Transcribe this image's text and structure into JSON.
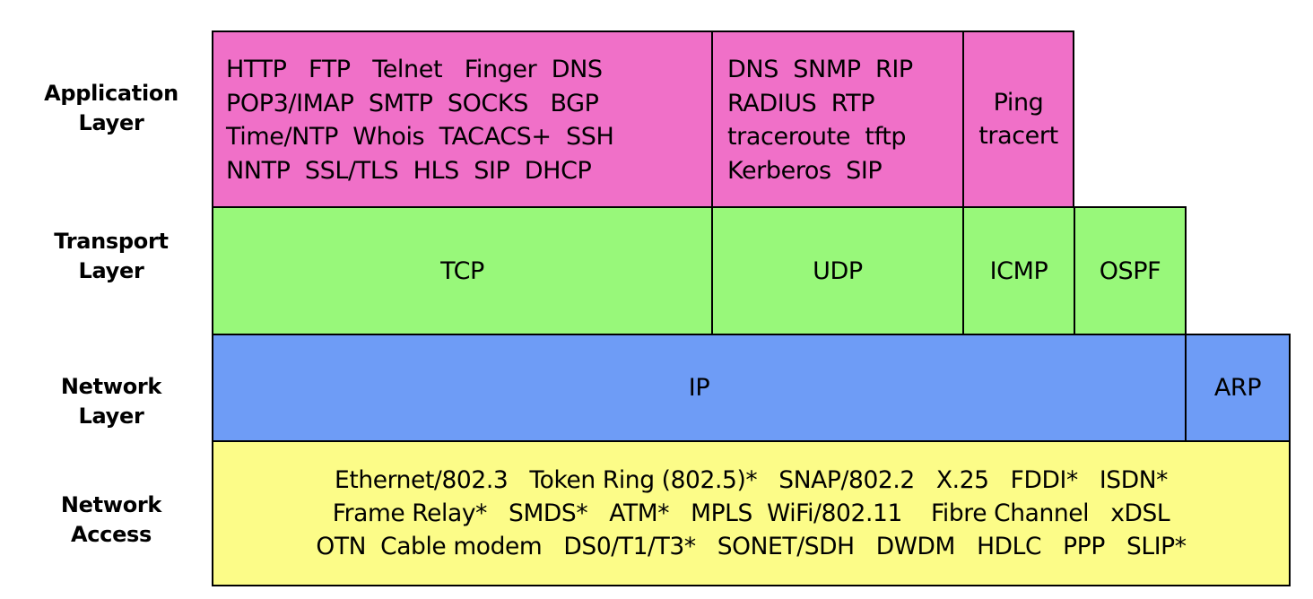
{
  "colors": {
    "application": "#f070c8",
    "transport": "#98f87a",
    "network": "#6e9cf6",
    "access": "#fcfc88",
    "border": "#000000"
  },
  "labels": {
    "application": [
      "Application",
      "Layer"
    ],
    "transport": [
      "Transport",
      "Layer"
    ],
    "network": [
      "Network",
      "Layer"
    ],
    "access": [
      "Network",
      "Access"
    ]
  },
  "application": {
    "tcp_protocols": [
      "HTTP   FTP   Telnet   Finger  DNS",
      "POP3/IMAP  SMTP  SOCKS   BGP",
      "Time/NTP  Whois  TACACS+  SSH",
      "NNTP  SSL/TLS  HLS  SIP  DHCP"
    ],
    "udp_protocols": [
      "DNS  SNMP  RIP",
      "RADIUS  RTP",
      "traceroute  tftp",
      "Kerberos  SIP"
    ],
    "icmp_protocols": [
      "Ping",
      "tracert"
    ]
  },
  "transport": {
    "tcp": "TCP",
    "udp": "UDP",
    "icmp": "ICMP",
    "ospf": "OSPF"
  },
  "network": {
    "ip": "IP",
    "arp": "ARP"
  },
  "access": {
    "lines": [
      "Ethernet/802.3   Token Ring (802.5)*   SNAP/802.2   X.25   FDDI*   ISDN*",
      "Frame Relay*   SMDS*   ATM*   MPLS  WiFi/802.11    Fibre Channel   xDSL",
      "OTN  Cable modem   DS0/T1/T3*   SONET/SDH   DWDM   HDLC   PPP   SLIP*"
    ]
  }
}
